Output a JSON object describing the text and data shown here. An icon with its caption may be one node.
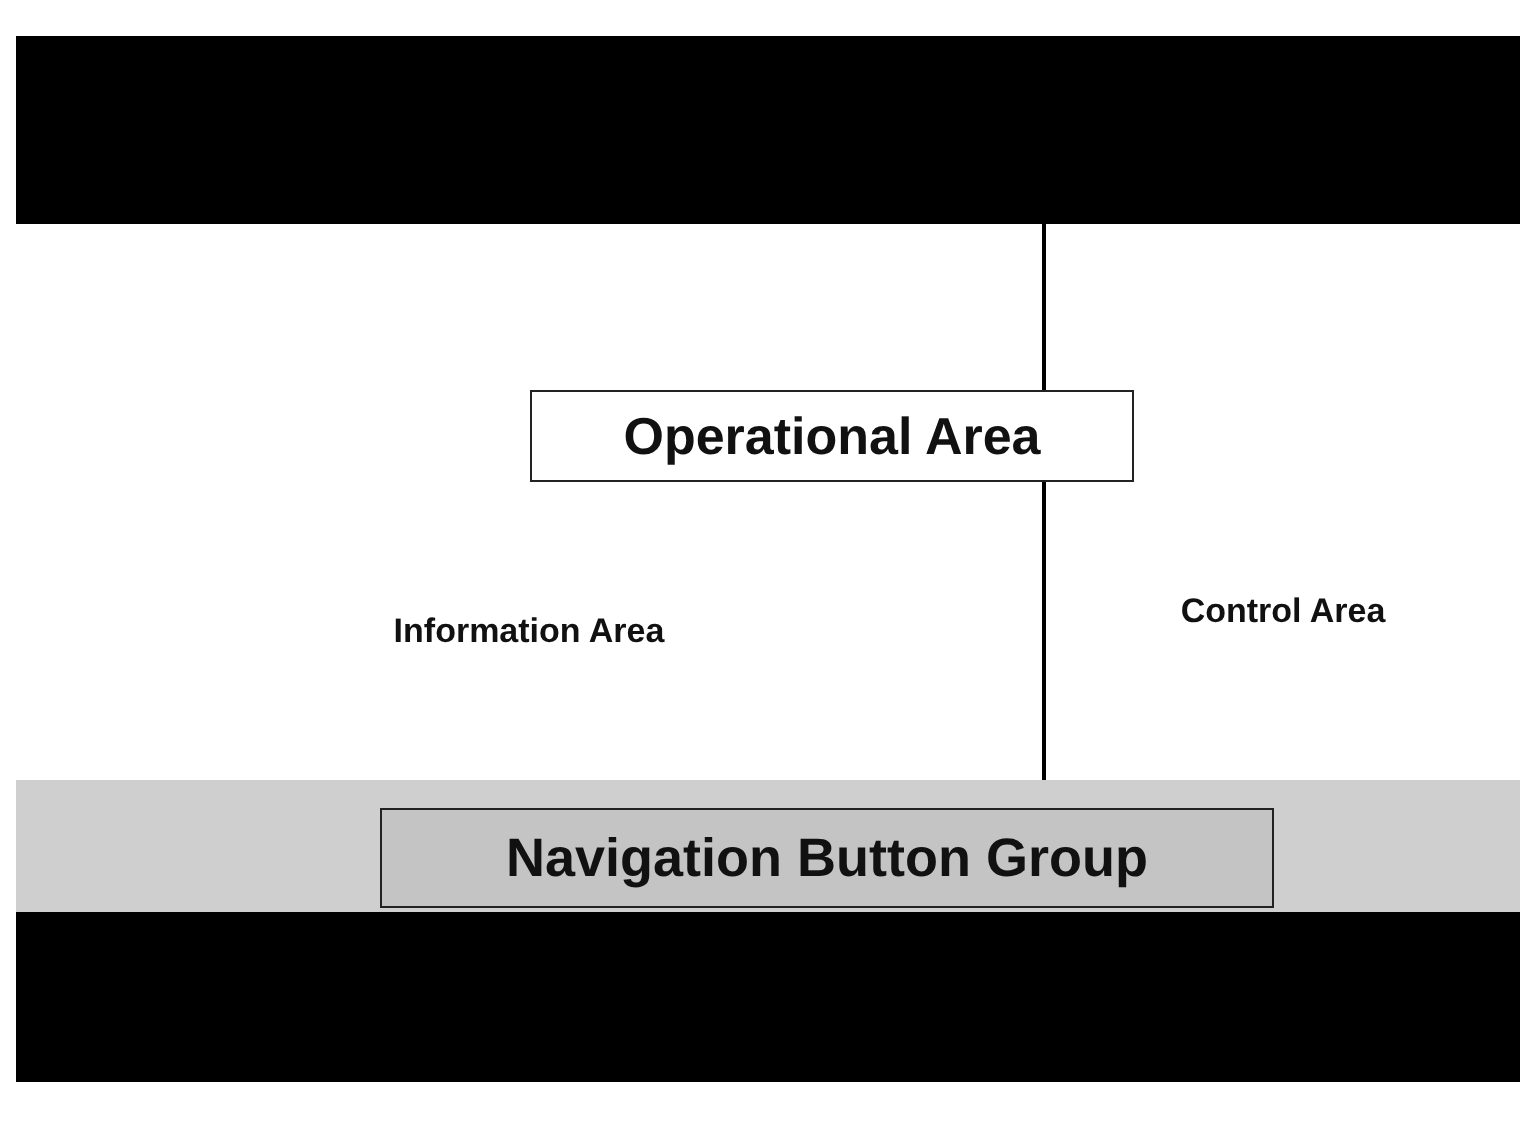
{
  "diagram": {
    "nodes": [
      {
        "text": [],
        "shape": "bar"
      },
      {
        "text": [
          "Information Area"
        ]
      },
      {
        "text": [
          "Control Area"
        ]
      },
      {
        "text": [
          "Operational Area"
        ]
      },
      {
        "text": [],
        "shape": "bar"
      },
      {
        "text": [
          "Navigation Button Group"
        ],
        "in": 4
      },
      {
        "text": [],
        "shape": "bar"
      }
    ]
  }
}
